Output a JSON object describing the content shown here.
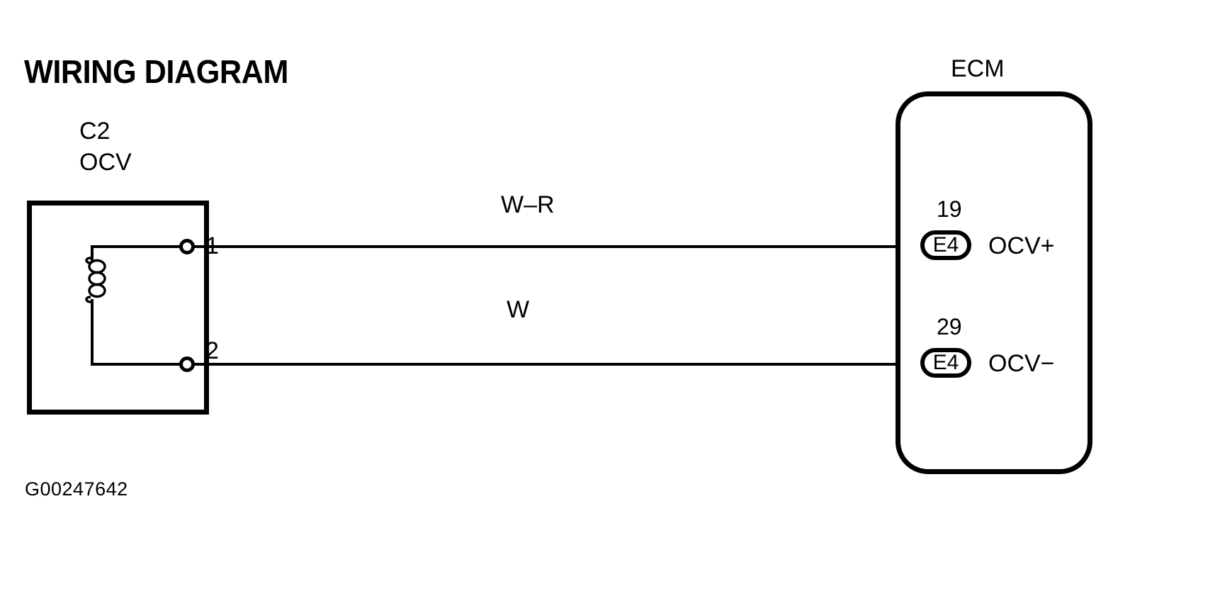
{
  "document": {
    "title": "WIRING DIAGRAM",
    "figure_code": "G00247642"
  },
  "connector": {
    "id": "C2",
    "name": "OCV",
    "component_symbol": "coil",
    "pins": [
      {
        "number": "1",
        "terminal_shape": "circle"
      },
      {
        "number": "2",
        "terminal_shape": "circle"
      }
    ]
  },
  "wires": [
    {
      "label": "W–R",
      "from_pin": "1",
      "to_pin": "19"
    },
    {
      "label": "W",
      "from_pin": "2",
      "to_pin": "29"
    }
  ],
  "ecm": {
    "title": "ECM",
    "connectors": [
      {
        "pin_number": "19",
        "connector_code": "E4",
        "signal_name": "OCV+"
      },
      {
        "pin_number": "29",
        "connector_code": "E4",
        "signal_name": "OCV−"
      }
    ]
  },
  "colors": {
    "line": "#000000",
    "background": "#ffffff"
  }
}
